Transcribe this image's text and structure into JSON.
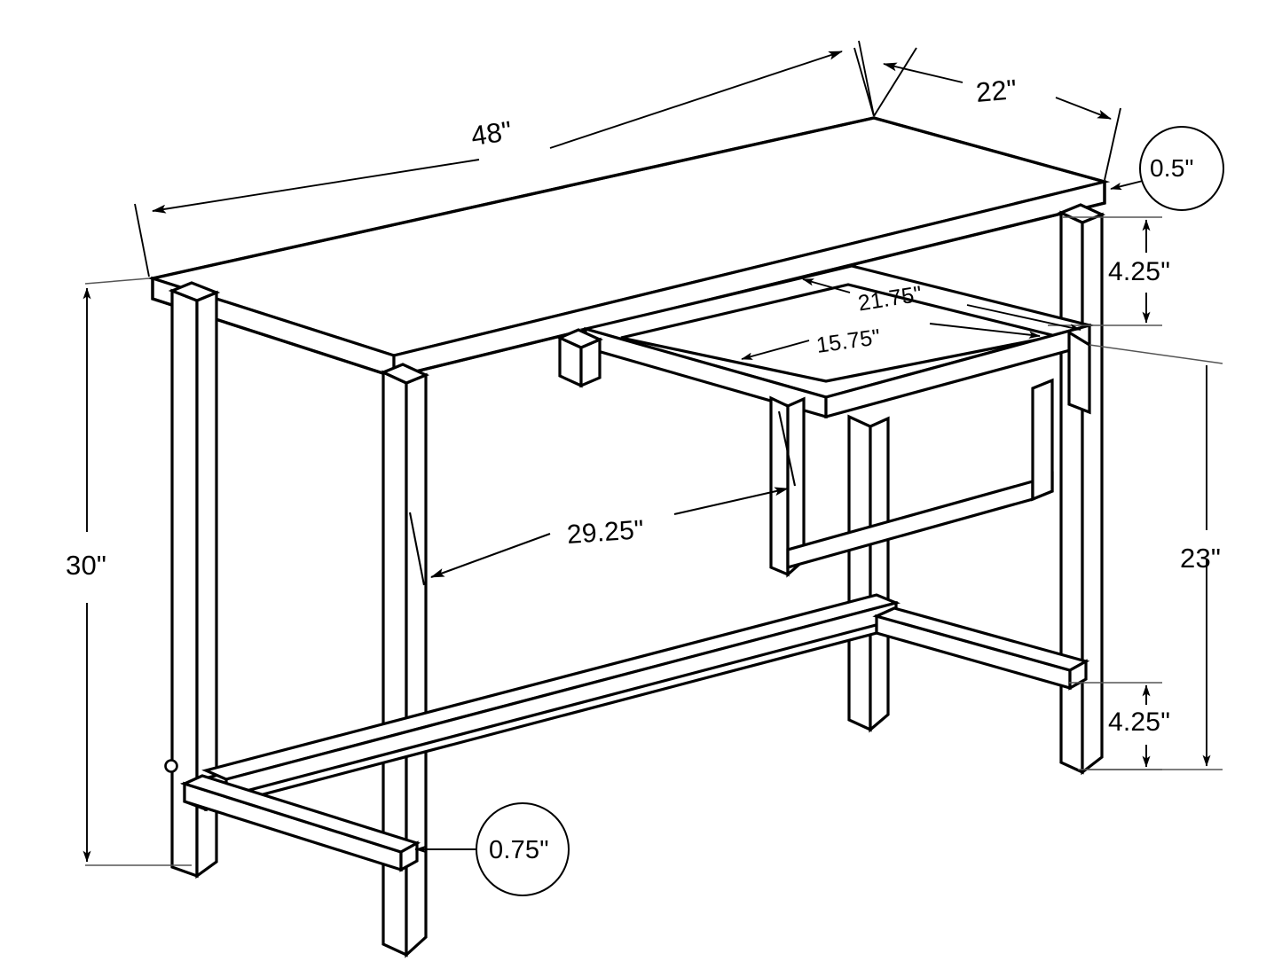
{
  "title": "Desk Technical Dimension Drawing",
  "drawing": {
    "type": "isometric-line-drawing",
    "subject": "writing desk with metal frame, wood top and open shelf",
    "line_color": "#000000",
    "background_color": "#ffffff",
    "units": "inches"
  },
  "dimensions": {
    "overall_width": "48\"",
    "overall_depth": "22\"",
    "overall_height": "30\"",
    "top_thickness": "0.5\"",
    "frame_tube_thickness": "0.75\"",
    "top_to_shelf": "4.25\"",
    "shelf_to_floor_clearance_lower": "4.25\"",
    "leg_height_under_top": "23\"",
    "shelf_width": "29.25\"",
    "shelf_depth_outer": "21.75\"",
    "shelf_depth_inner": "15.75\""
  },
  "labels": {
    "width_48": "48\"",
    "depth_22": "22\"",
    "thickness_05": "0.5\"",
    "gap_425_top": "4.25\"",
    "height_23": "23\"",
    "gap_425_bottom": "4.25\"",
    "height_30": "30\"",
    "shelf_2175": "21.75\"",
    "shelf_1575": "15.75\"",
    "shelf_2925": "29.25\"",
    "tube_075": "0.75\""
  },
  "callouts": [
    {
      "name": "top-thickness-callout",
      "value": "0.5\"",
      "shape": "circle"
    },
    {
      "name": "tube-thickness-callout",
      "value": "0.75\"",
      "shape": "circle"
    }
  ]
}
